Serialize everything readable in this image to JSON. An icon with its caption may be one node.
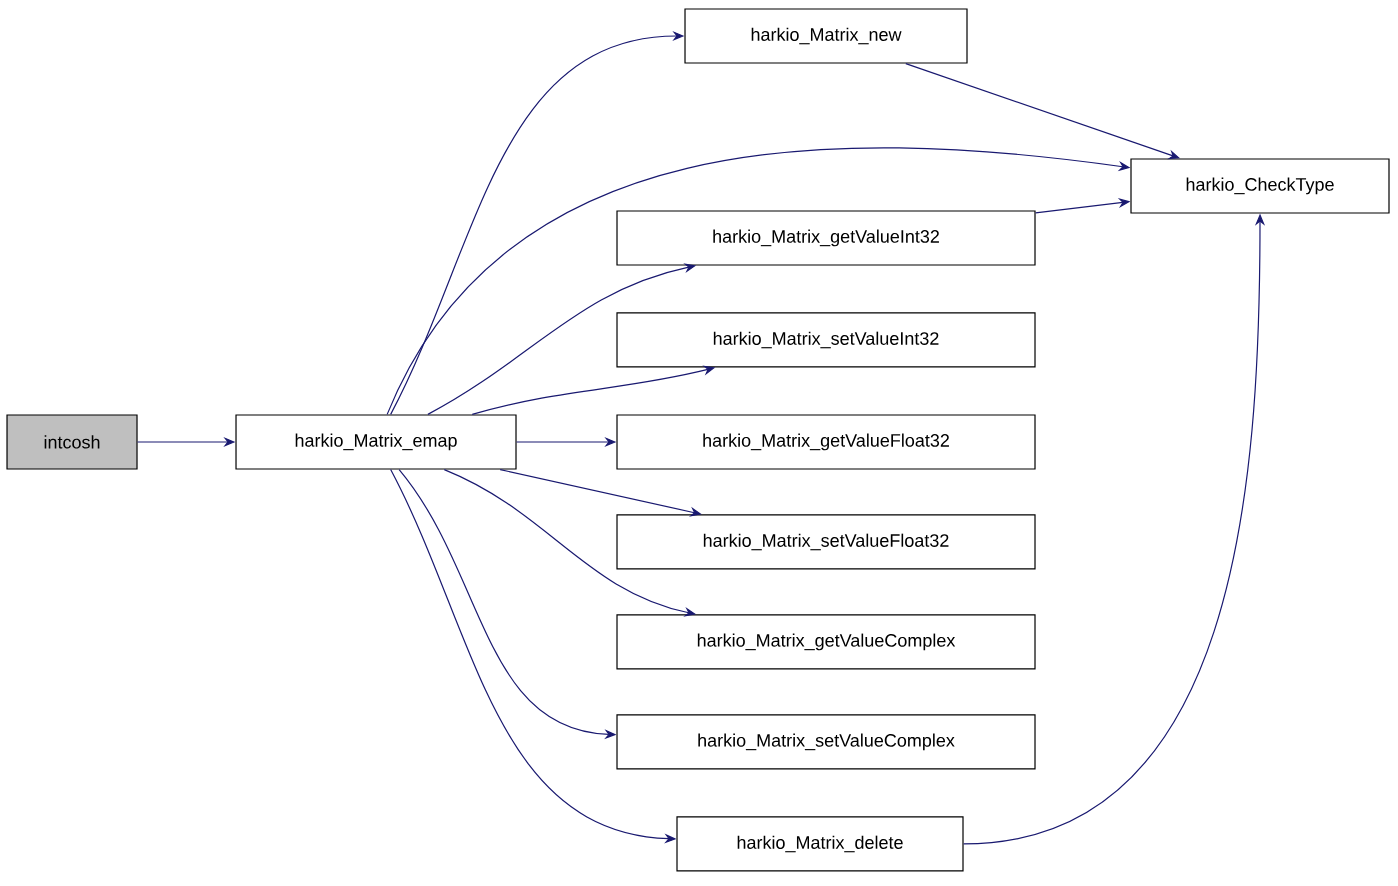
{
  "diagram": {
    "nodes": [
      {
        "text": [
          "intcosh"
        ]
      },
      {
        "text": [
          "harkio_Matrix_emap"
        ]
      },
      {
        "text": [
          "harkio_Matrix_new"
        ]
      },
      {
        "text": [
          "harkio_CheckType"
        ]
      },
      {
        "text": [
          "harkio_Matrix_getValueInt32"
        ]
      },
      {
        "text": [
          "harkio_Matrix_setValueInt32"
        ]
      },
      {
        "text": [
          "harkio_Matrix_getValueFloat32"
        ]
      },
      {
        "text": [
          "harkio_Matrix_setValueFloat32"
        ]
      },
      {
        "text": [
          "harkio_Matrix_getValueComplex"
        ]
      },
      {
        "text": [
          "harkio_Matrix_setValueComplex"
        ]
      },
      {
        "text": [
          "harkio_Matrix_delete"
        ]
      }
    ],
    "edges": [
      {
        "from": 0,
        "to": 1,
        "arrow": "to"
      },
      {
        "from": 1,
        "to": 2,
        "arrow": "to"
      },
      {
        "from": 1,
        "to": 3,
        "arrow": "to"
      },
      {
        "from": 1,
        "to": 4,
        "arrow": "to"
      },
      {
        "from": 1,
        "to": 5,
        "arrow": "to"
      },
      {
        "from": 1,
        "to": 6,
        "arrow": "to"
      },
      {
        "from": 1,
        "to": 7,
        "arrow": "to"
      },
      {
        "from": 1,
        "to": 8,
        "arrow": "to"
      },
      {
        "from": 1,
        "to": 9,
        "arrow": "to"
      },
      {
        "from": 1,
        "to": 10,
        "arrow": "to"
      },
      {
        "from": 2,
        "to": 3,
        "arrow": "to"
      },
      {
        "from": 4,
        "to": 3,
        "arrow": "to"
      },
      {
        "from": 10,
        "to": 3,
        "arrow": "to"
      }
    ]
  }
}
